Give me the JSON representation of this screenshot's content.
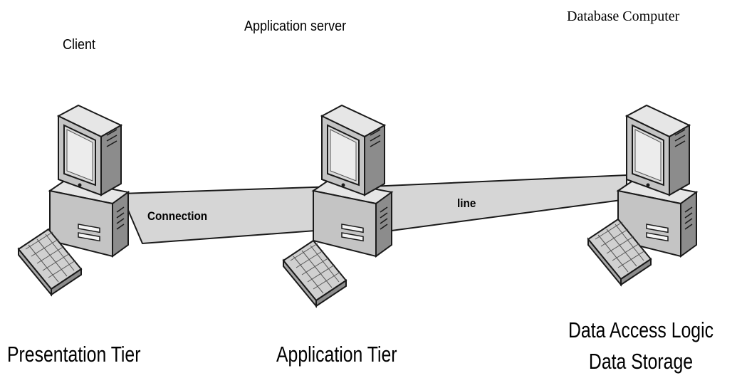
{
  "labels": {
    "client": "Client",
    "application_server": "Application server",
    "database_computer": "Database Computer",
    "connection": "Connection",
    "line": "line",
    "presentation_tier": "Presentation Tier",
    "application_tier": "Application Tier",
    "data_access_logic": "Data Access Logic",
    "data_storage": "Data Storage"
  },
  "colors": {
    "link_fill": "#d6d6d6",
    "computer_light": "#e6e6e6",
    "computer_mid": "#c4c4c4",
    "computer_dark": "#8c8c8c",
    "outline": "#1a1a1a"
  },
  "icons": [
    "desktop-computer-icon",
    "keyboard-icon"
  ]
}
